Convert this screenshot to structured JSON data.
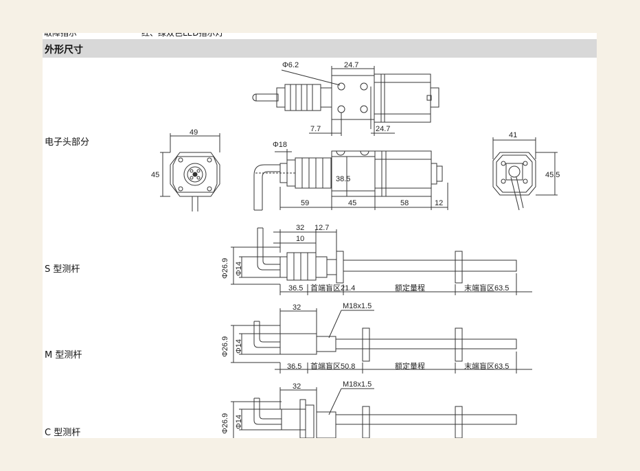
{
  "section": {
    "title": "外形尺寸"
  },
  "cut_row": {
    "key": "取障指示",
    "value": "红、绿双色LED指示灯"
  },
  "rows": [
    {
      "label": "电子头部分"
    },
    {
      "label": "S 型测杆"
    },
    {
      "label": "M 型测杆"
    },
    {
      "label": "C 型测杆"
    }
  ],
  "dims": {
    "head_top": {
      "dia": "Φ6.2",
      "w1": "24.7",
      "w2": "7.7",
      "w3": "24.7"
    },
    "head_side": {
      "dia": "Φ18",
      "h": "38.5",
      "l1": "59",
      "l2": "45",
      "l3": "58",
      "l4": "12"
    },
    "head_left": {
      "w": "49",
      "h": "45"
    },
    "head_right": {
      "w": "41",
      "h": "45.5"
    },
    "s_rod": {
      "d1": "Φ26.9",
      "d2": "Φ14",
      "t1": "32",
      "t2": "12.7",
      "t3": "10",
      "b1": "36.5",
      "b2": "首端盲区21.4",
      "b3": "额定量程",
      "b4": "末端盲区63.5"
    },
    "m_rod": {
      "d1": "Φ26.9",
      "d2": "Φ14",
      "t1": "32",
      "thread": "M18x1.5",
      "b1": "36.5",
      "b2": "首端盲区50.8",
      "b3": "额定量程",
      "b4": "末端盲区63.5"
    },
    "c_rod": {
      "d1": "Φ26.9",
      "d2": "Φ14",
      "t1": "32",
      "thread": "M18x1.5"
    }
  }
}
